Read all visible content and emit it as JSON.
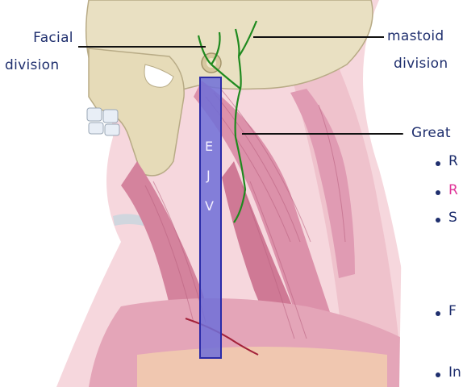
{
  "labels": {
    "facial_line1": "Facial",
    "facial_line2": "division",
    "mastoid_line1": "mastoid",
    "mastoid_line2": "division",
    "great_auricular": "Great"
  },
  "ejv_letters": [
    "E",
    "J",
    "V"
  ],
  "bullets": [
    {
      "text": "R",
      "color": "#1f2f6e"
    },
    {
      "text": "R",
      "color": "#e0389a"
    },
    {
      "text": "S",
      "color": "#1f2f6e"
    },
    {
      "text": "F",
      "color": "#1f2f6e"
    },
    {
      "text": "In",
      "color": "#1f2f6e"
    }
  ],
  "colors": {
    "ink": "#1f2f6e",
    "nerve": "#1f8a1f",
    "ejv_fill": "#6f6fd8",
    "ejv_stroke": "#2b2ba8",
    "muscle": "#d98aa4",
    "skin": "#f6d7dd",
    "bone": "#e9e0c2"
  }
}
